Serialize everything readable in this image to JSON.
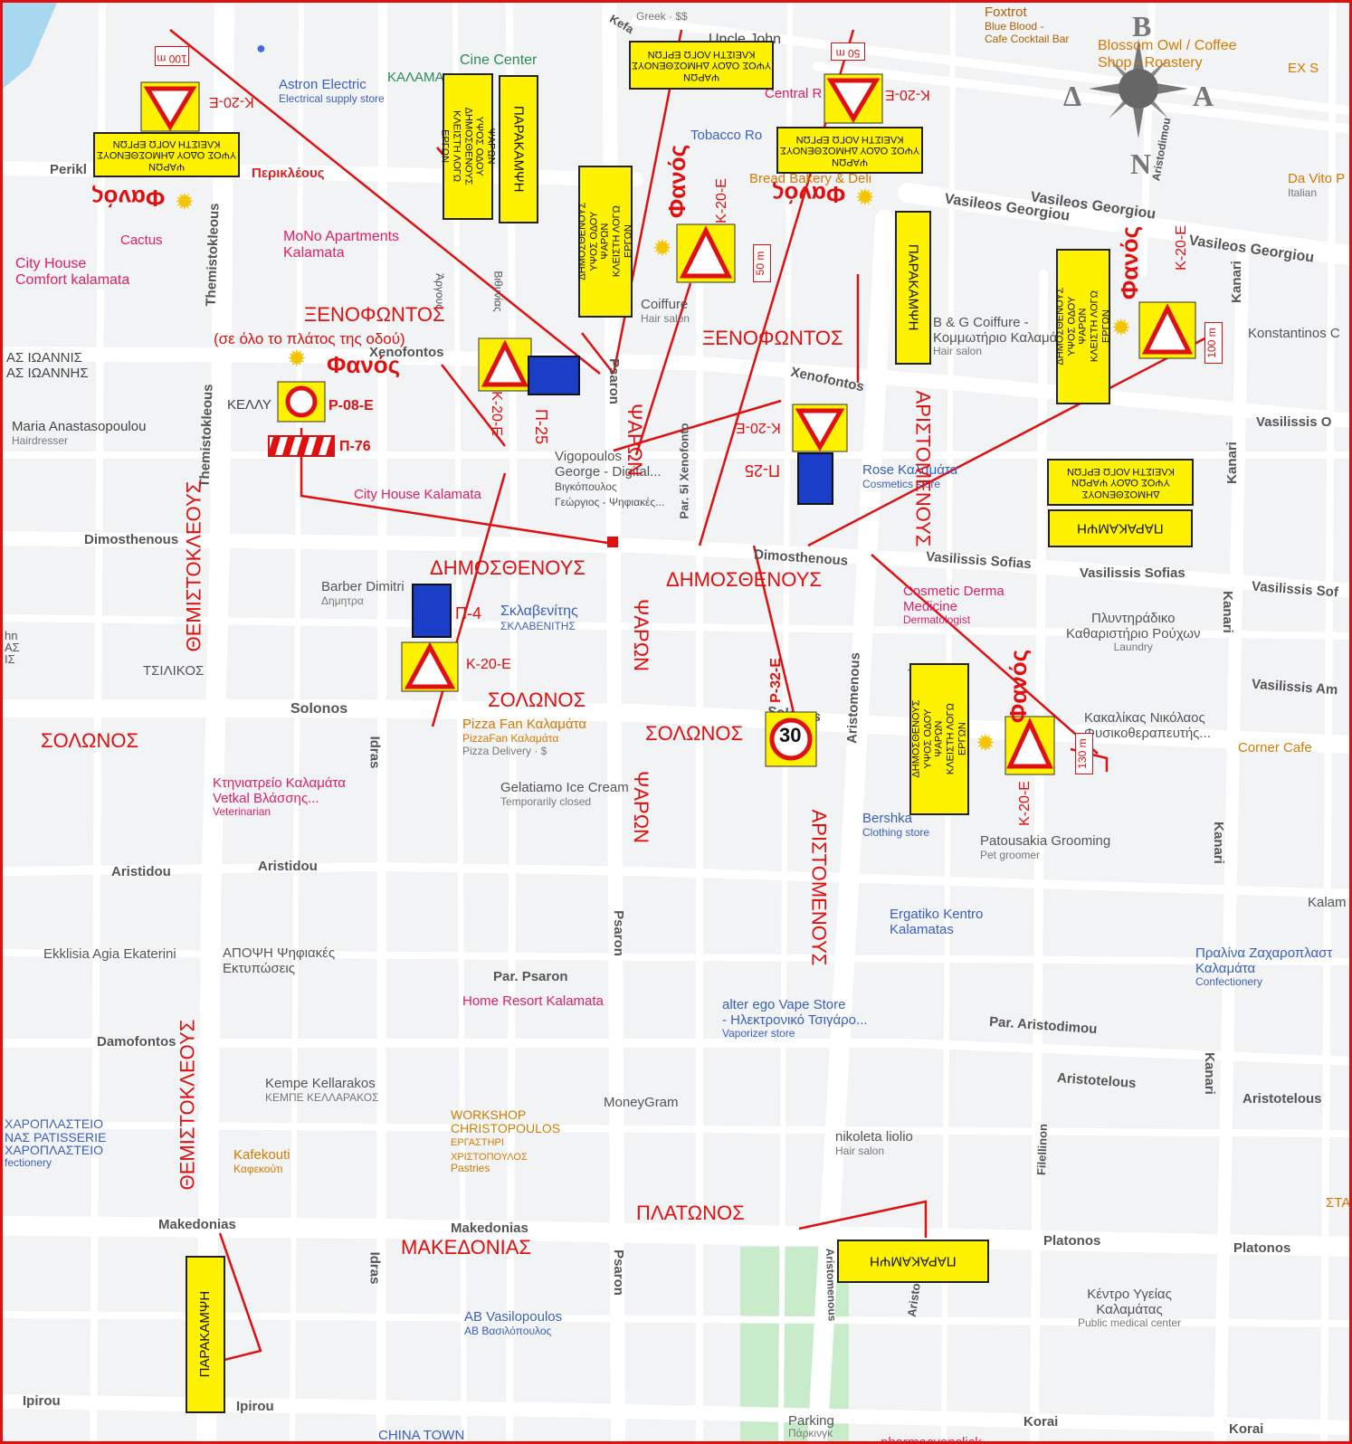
{
  "compass": {
    "north": "B",
    "south": "N",
    "west": "Δ",
    "east": "A"
  },
  "red_streets": {
    "xenofontos_left": "ΞΕΝΟΦΩΝΤΟΣ",
    "xenofontos_note": "(σε όλο το πλάτος της οδού)",
    "xenofontos_right": "ΞΕΝΟΦΩΝΤΟΣ",
    "dimosthenous_left": "ΔΗΜΟΣΘΕΝΟΥΣ",
    "dimosthenous_right": "ΔΗΜΟΣΘΕΝΟΥΣ",
    "solonos_left": "ΣΟΛΩΝΟΣ",
    "solonos_mid": "ΣΟΛΩΝΟΣ",
    "solonos_right": "ΣΟΛΩΝΟΣ",
    "makedonias": "ΜΑΚΕΔΟΝΙΑΣ",
    "platonos": "ΠΛΑΤΩΝΟΣ",
    "themistokleous_1": "ΘΕΜΙΣΤΟΚΛΕΟΥΣ",
    "themistokleous_2": "ΘΕΜΙΣΤΟΚΛΕΟΥΣ",
    "psaron_1": "ΨΑΡΩΝ",
    "psaron_2": "ΨΑΡΩΝ",
    "psaron_3": "ΨΑΡΩΝ",
    "aristomenous_1": "ΑΡΙΣΤΟΜΕΝΟΥΣ",
    "aristomenous_2": "ΑΡΙΣΤΟΜΕΝΟΥΣ"
  },
  "map_streets": {
    "perikleous_en": "Perikl",
    "perikleous_gr": "Περικλέους",
    "xenofontos": "Xenofontos",
    "xenofontos_2": "Xenofontos",
    "dimosthenous": "Dimosthenous",
    "dimosthenous_2": "Dimosthenous",
    "solonos": "Solonos",
    "solonos_2": "Solonos",
    "aristidou": "Aristidou",
    "aristidou_2": "Aristidou",
    "damofontos": "Damofontos",
    "makedonias": "Makedonias",
    "makedonias_2": "Makedonias",
    "platonos": "Platonos",
    "platonos_2": "Platonos",
    "korai": "Korai",
    "korai_2": "Korai",
    "ipirou": "Ipirou",
    "ipirou_2": "Ipirou",
    "vasileos_georgiou": "Vasileos Georgiou",
    "vasileos_georgiou_2": "Vasileos Georgiou",
    "vasileos_georgiou_3": "Vasileos Georgiou",
    "vasilissis_sofias": "Vasilissis Sofias",
    "vasilissis_sofias_2": "Vasilissis Sofias",
    "vasilissis_sofias_3": "Vasilissis Sof",
    "vasilissis_olgas": "Vasilissis O",
    "vasilissis_amalias": "Vasilissis Am",
    "aristotelous": "Aristotelous",
    "aristotelous_2": "Aristotelous",
    "par_aristodimou": "Par. Aristodimou",
    "par_psaron": "Par. Psaron",
    "par_5i_xenofonto": "Par. 5i Xenofonto",
    "themistokleous": "Themistokleous",
    "themistokleous_2": "Themistokleous",
    "psaron": "Psaron",
    "psaron_2": "Psaron",
    "psaron_3": "Psaron",
    "aristomenous": "Aristomenous",
    "aristomenous_2": "Aristomenous",
    "idras": "Idras",
    "idras_2": "Idras",
    "kanari": "Kanari",
    "kanari_2": "Kanari",
    "kanari_3": "Kanari",
    "kanari_4": "Kanari",
    "kanari_5": "Kanari",
    "filellinon": "Filellinon",
    "aristodimou": "Aristodimou",
    "aristodimou_2": "Aristodim",
    "konstantinos": "Konstantinos C",
    "vithynias": "Βιθυνίας",
    "argous": "Άργους",
    "kefalinias": "Kefa"
  },
  "pois": {
    "astron": "Astron Electric",
    "astron_sub": "Electrical supply store",
    "kalamata": "ΚΑΛΑΜΑ",
    "cine_center": "Cine Center",
    "uncle_john": "Uncle John",
    "greek": "Greek · $$",
    "foxtrot": "Foxtrot",
    "foxtrot_sub": "Blue Blood -",
    "foxtrot_sub2": "Cafe Cocktail Bar",
    "blossom": "Blossom Owl / Coffee",
    "blossom_2": "Shop - Roastery",
    "ex_s": "EX S",
    "central": "Central R",
    "tobacco": "Tobacco Ro",
    "bread": "Bread Bakery & Deli",
    "da_vito": "Da Vito P",
    "da_vito_sub": "Italian",
    "cactus": "Cactus",
    "city_house_comfort": "City House",
    "city_house_comfort_2": "Comfort kalamata",
    "mono": "MoNo Apartments",
    "mono_2": "Kalamata",
    "coiffure": "Coiffure",
    "coiffure_sub": "Hair salon",
    "bg_coiffure": "B & G Coiffure -",
    "bg_coiffure_2": "Κομμωτήριο Καλαμάτα",
    "bg_coiffure_sub": "Hair salon",
    "agios_ioannis": "ΑΣ ΙΩΑΝΝΙΣ",
    "agios_ioannis_2": "ΑΣ ΙΩΑΝΝΗΣ",
    "maria": "Maria Anastasopoulou",
    "maria_sub": "Hairdresser",
    "kelly": "ΚΕΛΛΥ",
    "vigopoulos": "Vigopoulos",
    "vigopoulos_2": "George - Digital...",
    "vigopoulos_3": "Βιγκόπουλος",
    "vigopoulos_4": "Γεώργιος - Ψηφιακές...",
    "city_house": "City House Kalamata",
    "rose": "Rose Καλαμάτα",
    "rose_sub": "Cosmetics store",
    "barber": "Barber Dimitri",
    "barber_sub": "Δημητρα",
    "sklavenitis": "Σκλαβενίτης",
    "sklavenitis_sub": "ΣΚΛΑΒΕΝΙΤΗΣ",
    "cosmetic": "Cosmetic Derma",
    "cosmetic_2": "Medicine",
    "cosmetic_sub": "Dermatologist",
    "plyntiradiko": "Πλυντηράδικο",
    "plyntiradiko_2": "Καθαριστήριο Ρούχων",
    "plyntiradiko_sub": "Laundry",
    "tsilikos": "ΤΣΙΛΙΚΟΣ",
    "pizza": "Pizza Fan Καλαμάτα",
    "pizza_sub": "PizzaFan Καλαμάτα",
    "pizza_sub2": "Pizza Delivery · $",
    "to": "TO",
    "kakalikas": "Κακαλίκας Νικόλαος",
    "kakalikas_2": "Φυσικοθεραπευτής...",
    "corner": "Corner Cafe",
    "ktiniatreio": "Κτηνιατρείο Καλαμάτα",
    "ktiniatreio_2": "Vetkal Βλάσσης...",
    "ktiniatreio_sub": "Veterinarian",
    "gelatiamo": "Gelatiamo Ice Cream",
    "gelatiamo_sub": "Temporarily closed",
    "bershka": "Bershka",
    "bershka_sub": "Clothing store",
    "patousakia": "Patousakia Grooming",
    "patousakia_sub": "Pet groomer",
    "kalam": "Kalam",
    "ergatiko": "Ergatiko Kentro",
    "ergatiko_2": "Kalamatas",
    "ekklisia": "Ekklisia Agia Ekaterini",
    "apopsi": "ΑΠΟΨΗ Ψηφιακές",
    "apopsi_2": "Εκτυπώσεις",
    "home_resort": "Home Resort Kalamata",
    "pralina": "Πραλίνα Ζαχαροπλαστ",
    "pralina_2": "Καλαμάτα",
    "pralina_sub": "Confectionery",
    "alter_ego": "alter ego Vape Store",
    "alter_ego_2": "- Ηλεκτρονικό Τσιγάρο...",
    "alter_ego_sub": "Vaporizer store",
    "kempe": "Kempe Kellarakos",
    "kempe_sub": "ΚΕΜΠΕ ΚΕΛΛΑΡΑΚΟΣ",
    "moneygram": "MoneyGram",
    "zaharoplasteio": "ΧΑΡΟΠΛΑΣΤΕΙΟ",
    "zaharoplasteio_2": "ΝΑΣ PATISSERIE",
    "zaharoplasteio_3": "ΧΑΡΟΠΛΑΣΤΕΙΟ",
    "zaharoplasteio_sub": "fectionery",
    "workshop": "WORKSHOP",
    "workshop_2": "CHRISTOPOULOS",
    "workshop_3": "ΕΡΓΑΣΤΗΡΙ",
    "workshop_4": "ΧΡΙΣΤΟΠΟΥΛΟΣ",
    "workshop_sub": "Pastries",
    "nikoleta": "nikoleta liolio",
    "nikoleta_sub": "Hair salon",
    "kafekouti": "Kafekouti",
    "kafekouti_sub": "Καφεκούτι",
    "kentro_ygeias": "Κέντρο Υγείας",
    "kentro_ygeias_2": "Καλαμάτας",
    "kentro_ygeias_sub": "Public medical center",
    "ab": "AB Vasilopoulos",
    "ab_sub": "AB Βασιλόπουλος",
    "china_town": "CHINA TOWN",
    "parking": "Parking",
    "parking_sub": "Πάρκινγκ",
    "pharmacy": "pharmacyonclick",
    "sta": "ΣΤΑ",
    "hn": "hn",
    "hn_2": "ΑΣ",
    "hn_3": "ΙΣ"
  },
  "signs": {
    "closed_text_1": "ΨΑΡΩΝ",
    "closed_text_2": "ΥΨΟΣ ΟΔΟΥ ΔΗΜΟΣΘΕΝΟΥΣ",
    "closed_text_3": "ΚΛΕΙΣΤΗ ΛΟΓΩ ΕΡΓΩΝ",
    "closed_b_1": "ΔΗΜΟΣΘΕΝΟΥΣ",
    "closed_b_2": "ΥΨΟΣ ΟΔΟΥ ΨΑΡΩΝ",
    "closed_b_3": "ΚΛΕΙΣΤΗ ΛΟΓΩ ΕΡΓΩΝ",
    "detour": "ΠΑΡΑΚΑΜΨΗ",
    "k20e": "Κ-20-Ε",
    "p25": "Π-25",
    "p4": "Π-4",
    "p08e": "Ρ-08-Ε",
    "p76": "Π-76",
    "p32e": "Ρ-32-Ε",
    "speed": "30",
    "dist_100": "100 m",
    "dist_50": "50 m",
    "dist_130": "130 m",
    "fanos": "Φανός"
  },
  "colors": {
    "red": "#e01010",
    "yellow": "#fff200",
    "blue": "#1a3ec7",
    "road": "#ffffff",
    "block": "#f2f3f5",
    "park": "#c8ecc9",
    "water": "#a7d8f0"
  }
}
